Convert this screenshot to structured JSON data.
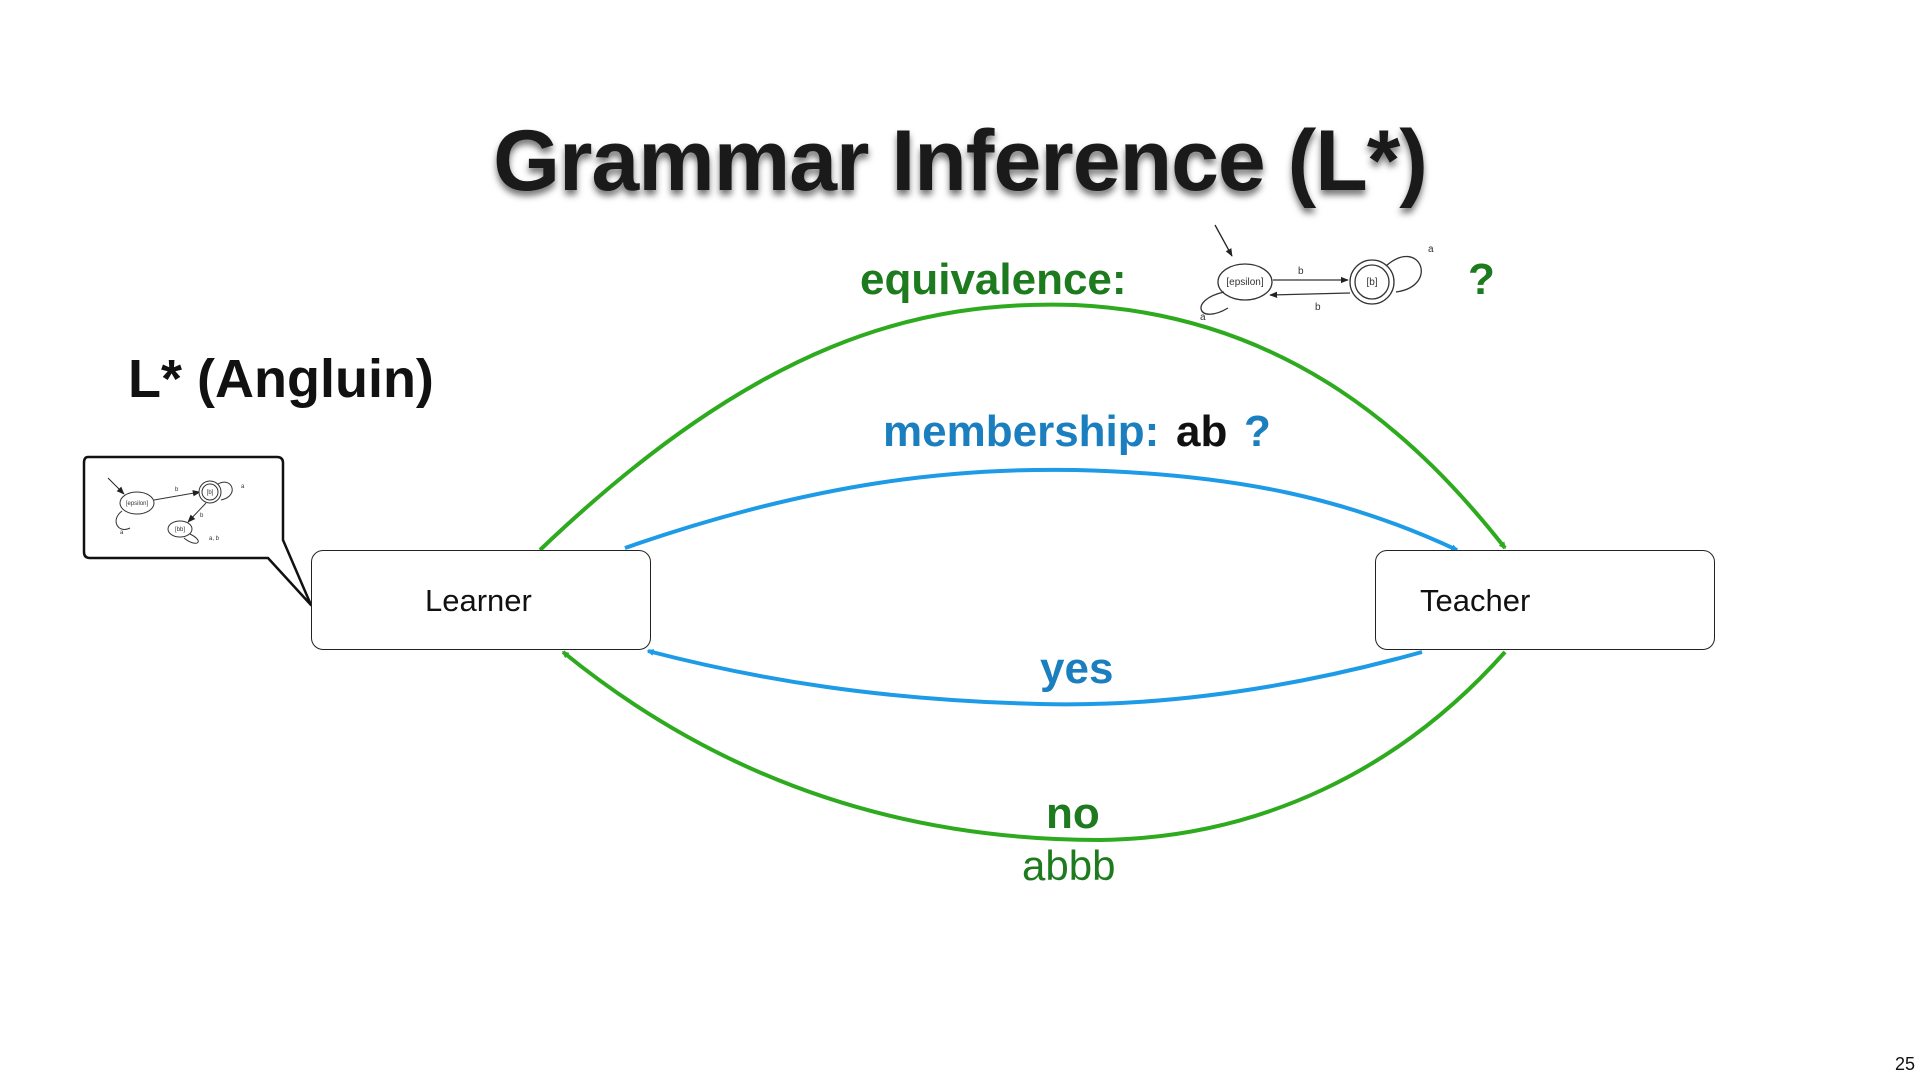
{
  "slide": {
    "title": "Grammar Inference (L*)",
    "subtitle": "L* (Angluin)",
    "page_number": "25"
  },
  "nodes": {
    "learner": "Learner",
    "teacher": "Teacher"
  },
  "edges": {
    "equivalence_label": "equivalence:",
    "equivalence_question": "?",
    "membership_label": "membership:",
    "membership_word": "ab",
    "membership_question": "?",
    "yes_label": "yes",
    "no_label": "no",
    "counterexample": "abbb"
  },
  "automata": {
    "state_epsilon": "[epsilon]",
    "state_b": "[b]",
    "state_bb": "[bb]",
    "symbol_a": "a",
    "symbol_b": "b",
    "symbol_ab": "a, b"
  },
  "colors": {
    "green_arrow": "#2eaa1e",
    "green_text": "#1e7a1e",
    "blue_arrow": "#1e9be6",
    "blue_text": "#1b7fbf"
  }
}
